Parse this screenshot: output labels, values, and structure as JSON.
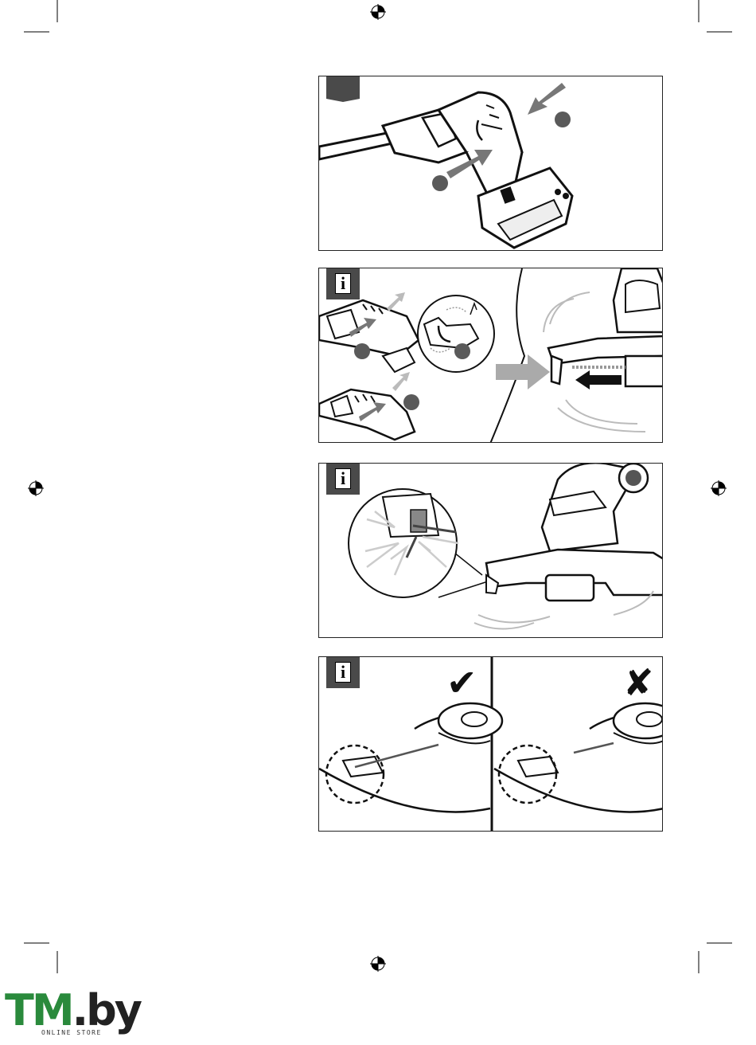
{
  "page": {
    "crop_marks": true,
    "registration_marks": 4
  },
  "panels": [
    {
      "id": "battery-insert",
      "badge": "step",
      "callouts": 2,
      "icon": "trimmer-handle-battery"
    },
    {
      "id": "guard-attach",
      "badge": "info",
      "badge_text": "i",
      "callouts": 3,
      "icon": "guard-clip"
    },
    {
      "id": "line-cutter",
      "badge": "info",
      "badge_text": "i",
      "icon": "line-cutter-blade"
    },
    {
      "id": "line-length",
      "badge": "info",
      "badge_text": "i",
      "correct_symbol": "✔",
      "wrong_symbol": "✘"
    }
  ],
  "logo": {
    "main_tm": "TM",
    "main_by": ".by",
    "tagline": "ONLINE STORE"
  },
  "colors": {
    "accent": "#2a8a3c",
    "badge": "#4a4a4a",
    "arrow": "#777777",
    "callout": "#5a5a5a"
  }
}
